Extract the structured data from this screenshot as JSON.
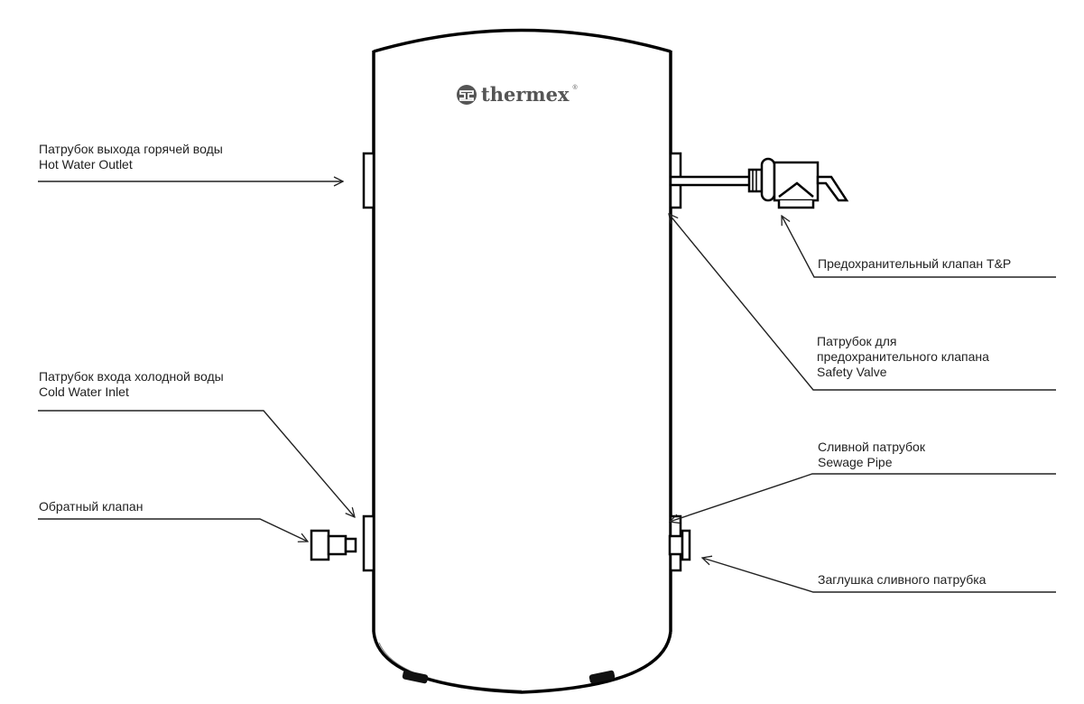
{
  "title": "Thermex water heater connection diagram",
  "brand": {
    "name": "thermex",
    "registered_mark": "®",
    "logo_icon": "thermex-logo-icon"
  },
  "labels": {
    "hot_water_outlet": {
      "ru": "Патрубок выхода горячей воды",
      "en": "Hot Water Outlet"
    },
    "cold_water_inlet": {
      "ru": "Патрубок входа холодной воды",
      "en": "Cold Water Inlet"
    },
    "check_valve": {
      "ru": "Обратный клапан"
    },
    "tp_valve": {
      "ru": "Предохранительный клапан T&P"
    },
    "safety_valve_pipe": {
      "ru_line1": "Патрубок для",
      "ru_line2": "предохранительного клапана",
      "en": "Safety Valve"
    },
    "sewage_pipe": {
      "ru": "Сливной патрубок",
      "en": "Sewage Pipe"
    },
    "sewage_plug": {
      "ru": "Заглушка сливного патрубка"
    }
  },
  "colors": {
    "line": "#000000",
    "text": "#222222",
    "logo": "#555555"
  }
}
